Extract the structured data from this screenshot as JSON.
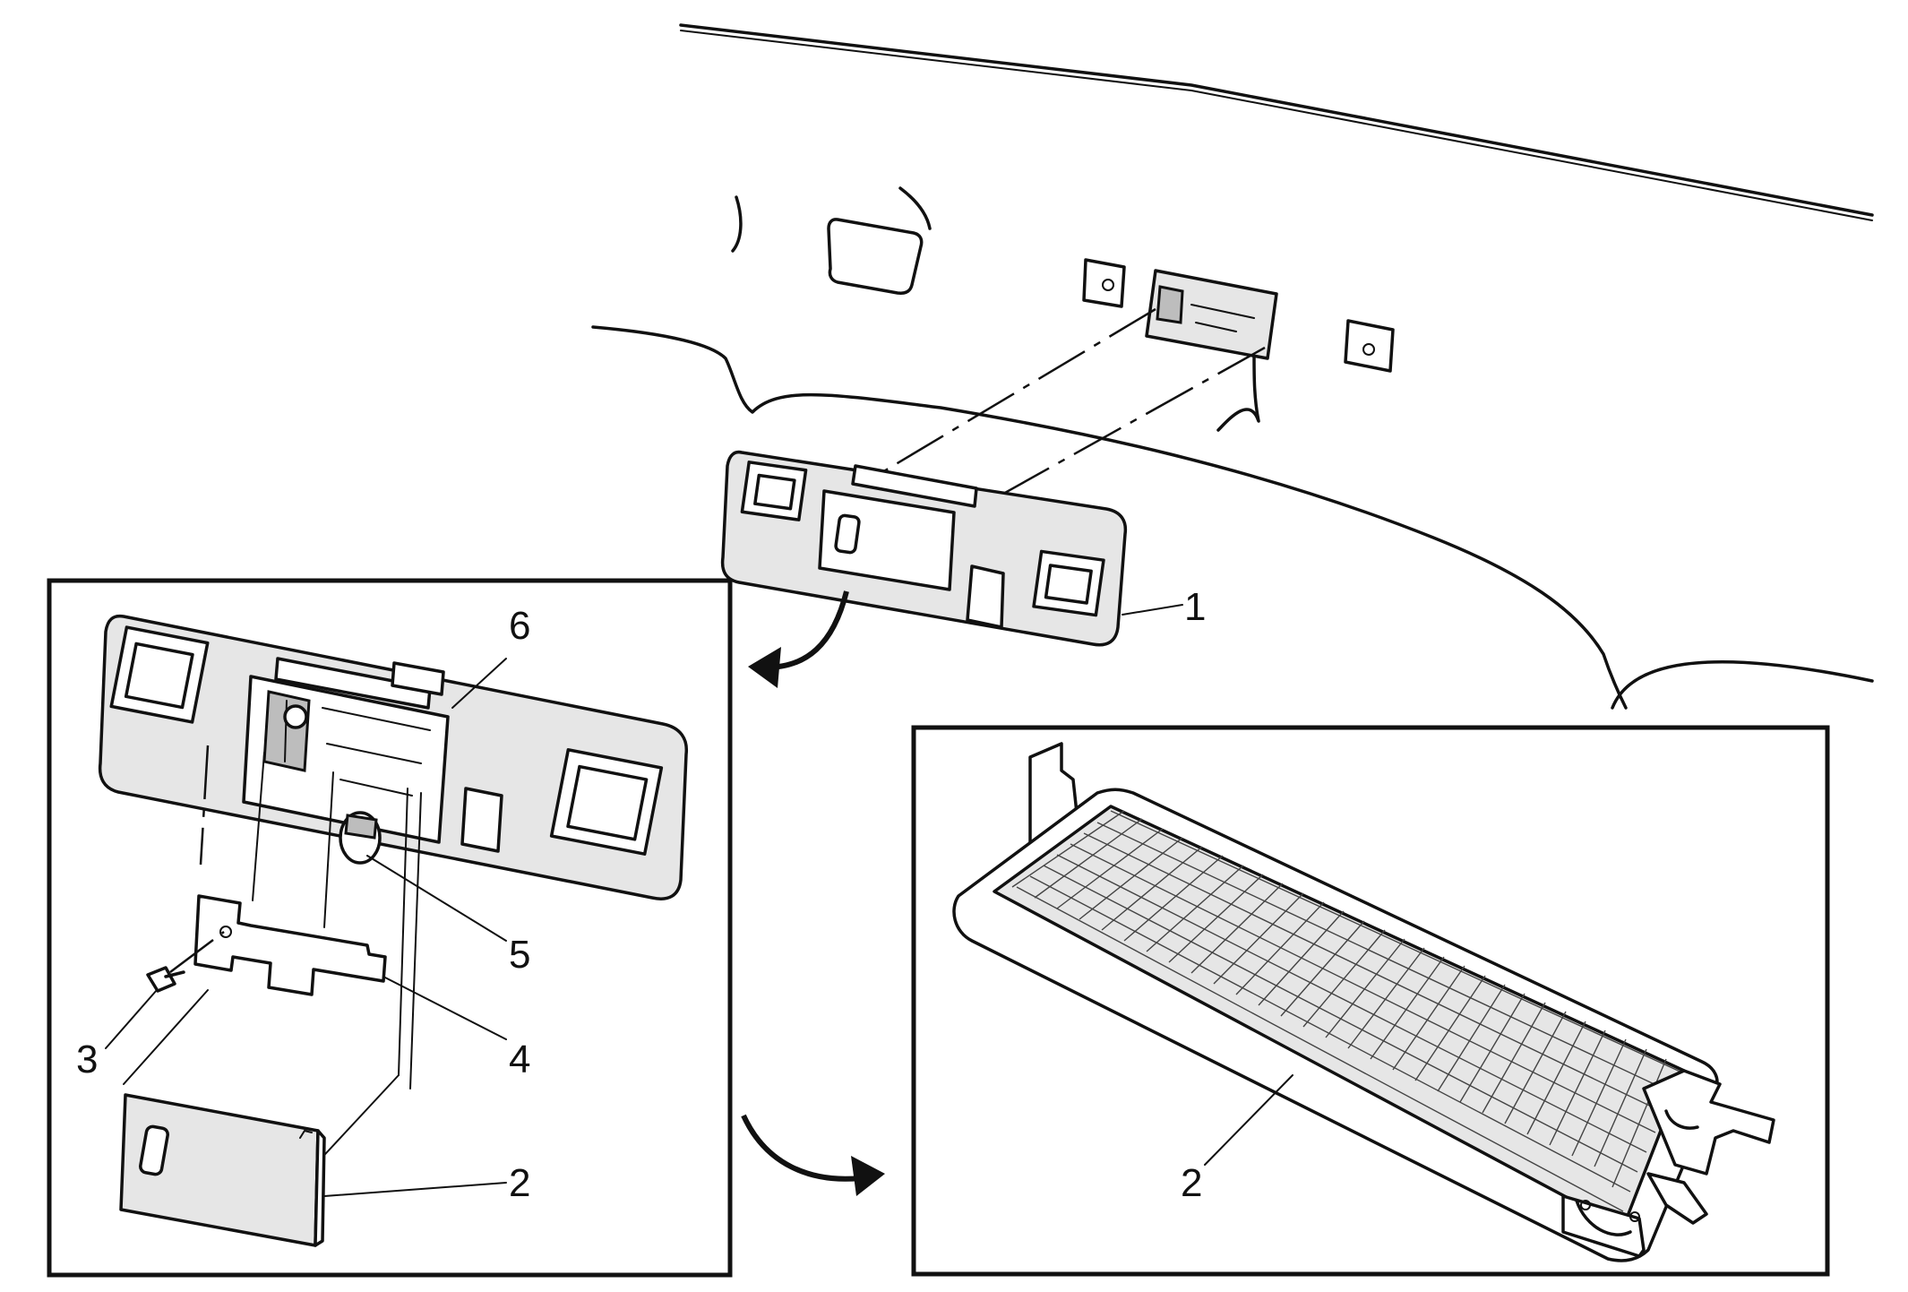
{
  "callouts": {
    "c1": "1",
    "c2_left": "2",
    "c2_right": "2",
    "c3": "3",
    "c4": "4",
    "c5": "5",
    "c6": "6"
  }
}
